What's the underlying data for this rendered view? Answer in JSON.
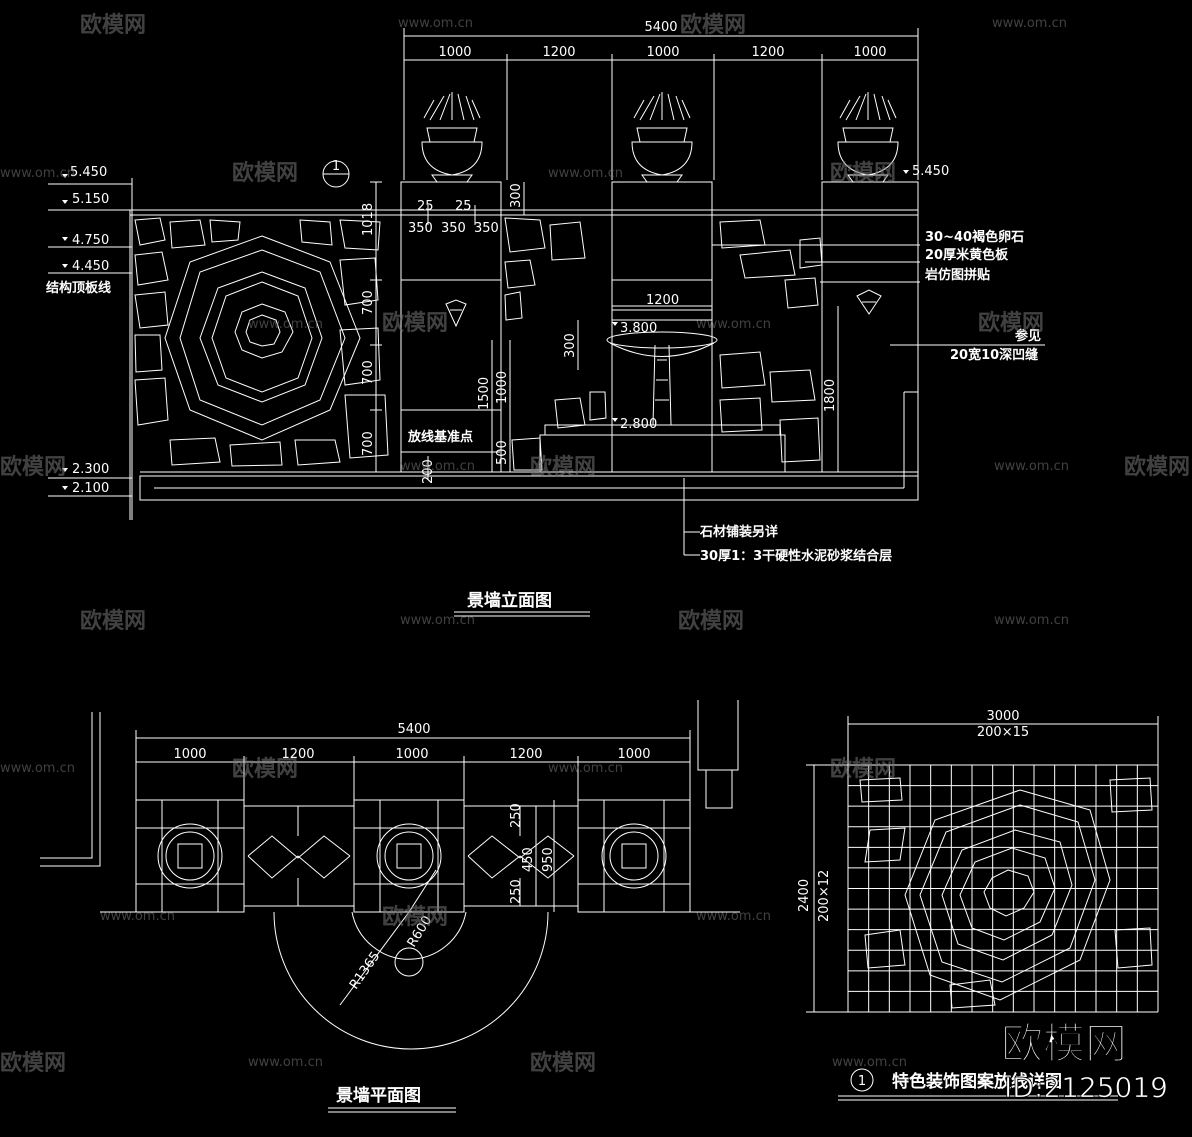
{
  "colors": {
    "background": "#000000",
    "line": "#ffffff",
    "watermark": "#777777"
  },
  "elevation": {
    "title": "景墙立面图",
    "total_width": "5400",
    "segments": [
      "1000",
      "1200",
      "1000",
      "1200",
      "1000"
    ],
    "levels": {
      "l5450_left": "5.450",
      "l5150": "5.150",
      "l4750": "4.750",
      "l4450": "4.450",
      "l2300": "2.300",
      "l2100": "2.100",
      "l5450_right": "5.450",
      "l3800": "3.800",
      "l2800": "2.800"
    },
    "structure_top_line": "结构顶板线",
    "dims": {
      "d25a": "25",
      "d25b": "25",
      "d350a": "350",
      "d350b": "350",
      "d350c": "350",
      "d300_top": "300",
      "d1018": "1018",
      "d700a": "700",
      "d700b": "700",
      "d700c": "700",
      "d1500": "1500",
      "d1000": "1000",
      "d500": "500",
      "d200": "200",
      "d1200_basin": "1200",
      "d300_basin": "300",
      "d1800": "1800"
    },
    "callouts": {
      "pebble": "30~40褐色卵石",
      "beige_slab": "20厚米黄色板",
      "rock_tile": "岩仿图拼贴",
      "see": "参见",
      "groove": "20宽10深凹缝",
      "datum": "放线基准点",
      "paving": "石材铺装另详",
      "mortar": "30厚1：3干硬性水泥砂浆结合层"
    },
    "section_mark": "1"
  },
  "plan": {
    "title": "景墙平面图",
    "total_width": "5400",
    "segments": [
      "1000",
      "1200",
      "1000",
      "1200",
      "1000"
    ],
    "dims": {
      "d250a": "250",
      "d450": "450",
      "d950": "950",
      "d250b": "250"
    },
    "radii": {
      "r600": "R600",
      "r1365": "R1365"
    }
  },
  "detail": {
    "title": "特色装饰图案放线详图",
    "number": "1",
    "width": "3000",
    "grid_x": "200×15",
    "height": "2400",
    "grid_y": "200×12"
  },
  "watermark": {
    "brand": "欧模网",
    "url": "www.om.cn",
    "corner_brand": "欧模网",
    "id": "ID:2125019"
  }
}
